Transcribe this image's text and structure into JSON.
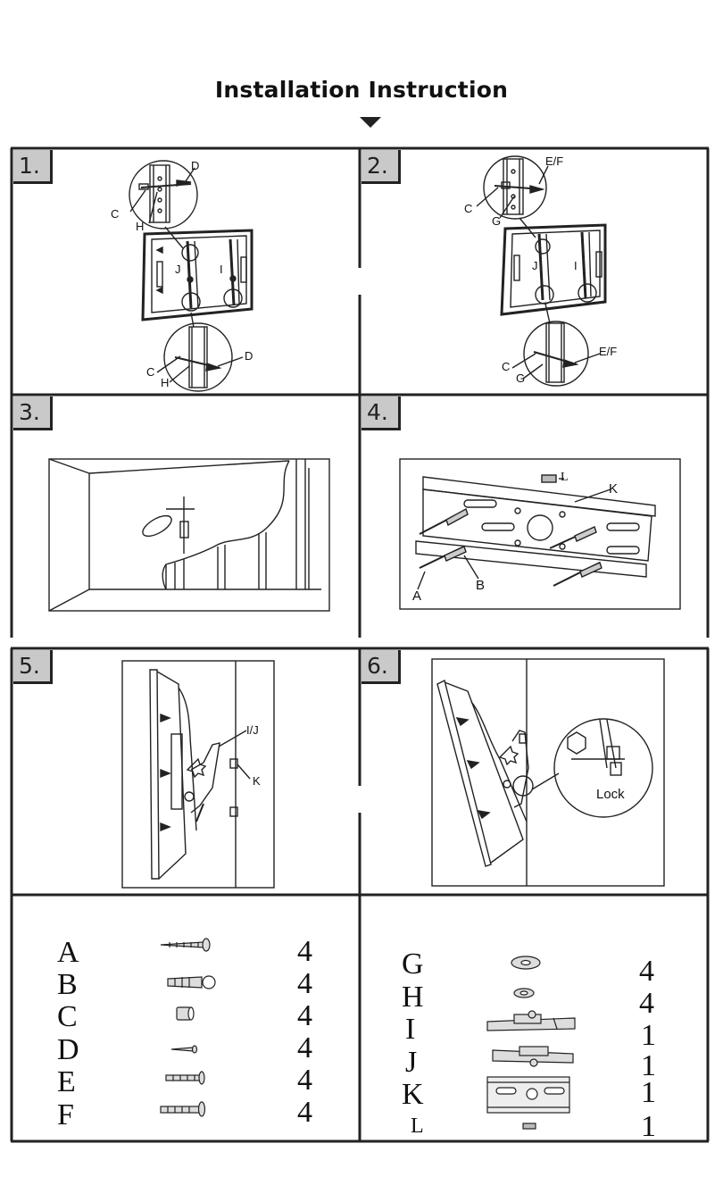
{
  "title": "Installation Instruction",
  "steps": [
    {
      "number": "1.",
      "labels": {
        "D": "D",
        "C": "C",
        "H": "H",
        "J": "J",
        "I": "I",
        "D2": "D",
        "C2": "C",
        "H2": "H"
      }
    },
    {
      "number": "2.",
      "labels": {
        "EF": "E/F",
        "C": "C",
        "G": "G",
        "J": "J",
        "I": "I",
        "EF2": "E/F",
        "C2": "C",
        "G2": "G"
      }
    },
    {
      "number": "3.",
      "labels": {}
    },
    {
      "number": "4.",
      "labels": {
        "L": "L",
        "K": "K",
        "A": "A",
        "B": "B"
      }
    },
    {
      "number": "5.",
      "labels": {
        "IJ": "I/J",
        "K": "K"
      }
    },
    {
      "number": "6.",
      "labels": {
        "Lock": "Lock"
      }
    }
  ],
  "parts_left": [
    {
      "letter": "A",
      "qty": "4",
      "icon": "long-screw-icon"
    },
    {
      "letter": "B",
      "qty": "4",
      "icon": "wall-anchor-icon"
    },
    {
      "letter": "C",
      "qty": "4",
      "icon": "spacer-icon"
    },
    {
      "letter": "D",
      "qty": "4",
      "icon": "short-screw-icon"
    },
    {
      "letter": "E",
      "qty": "4",
      "icon": "bolt-icon"
    },
    {
      "letter": "F",
      "qty": "4",
      "icon": "long-bolt-icon"
    }
  ],
  "parts_right": [
    {
      "letter": "G",
      "qty": "4",
      "icon": "large-washer-icon"
    },
    {
      "letter": "H",
      "qty": "4",
      "icon": "small-washer-icon"
    },
    {
      "letter": "I",
      "qty": "1",
      "icon": "tv-bracket-arm-icon"
    },
    {
      "letter": "J",
      "qty": "1",
      "icon": "tv-bracket-arm-icon"
    },
    {
      "letter": "K",
      "qty": "1",
      "icon": "wall-plate-icon"
    },
    {
      "letter": "L",
      "qty": "1",
      "icon": "level-icon"
    }
  ]
}
